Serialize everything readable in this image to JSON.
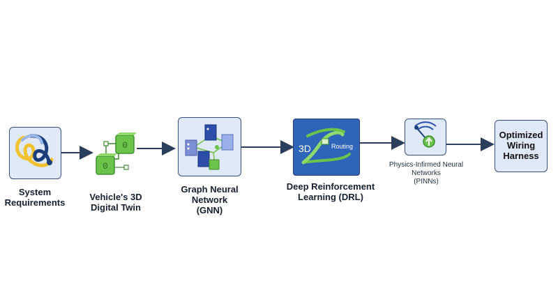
{
  "nodes": {
    "system_requirements": {
      "label_line1": "System",
      "label_line2": "Requirements"
    },
    "digital_twin": {
      "label_line1": "Vehicle's 3D",
      "label_line2": "Digital Twin"
    },
    "gnn": {
      "label_line1": "Graph Neural",
      "label_line2": "Network",
      "label_line3": "(GNN)"
    },
    "drl": {
      "label_line1": "Deep Reinforcement",
      "label_line2": "Learning (DRL)",
      "icon_text_left": "3D",
      "icon_text_right": "Routing"
    },
    "pinn": {
      "label_line1": "Physics-Infirmed Neural",
      "label_line2": "Networks",
      "label_line3": "(PINNs)"
    },
    "harness": {
      "label_line1": "Optimized",
      "label_line2": "Wiring",
      "label_line3": "Harness"
    }
  },
  "colors": {
    "box_fill": "#dfe9f7",
    "box_border": "#35507a",
    "arrow": "#2b3f5c",
    "drl_fill": "#2f64b8",
    "green": "#6cc24a"
  }
}
